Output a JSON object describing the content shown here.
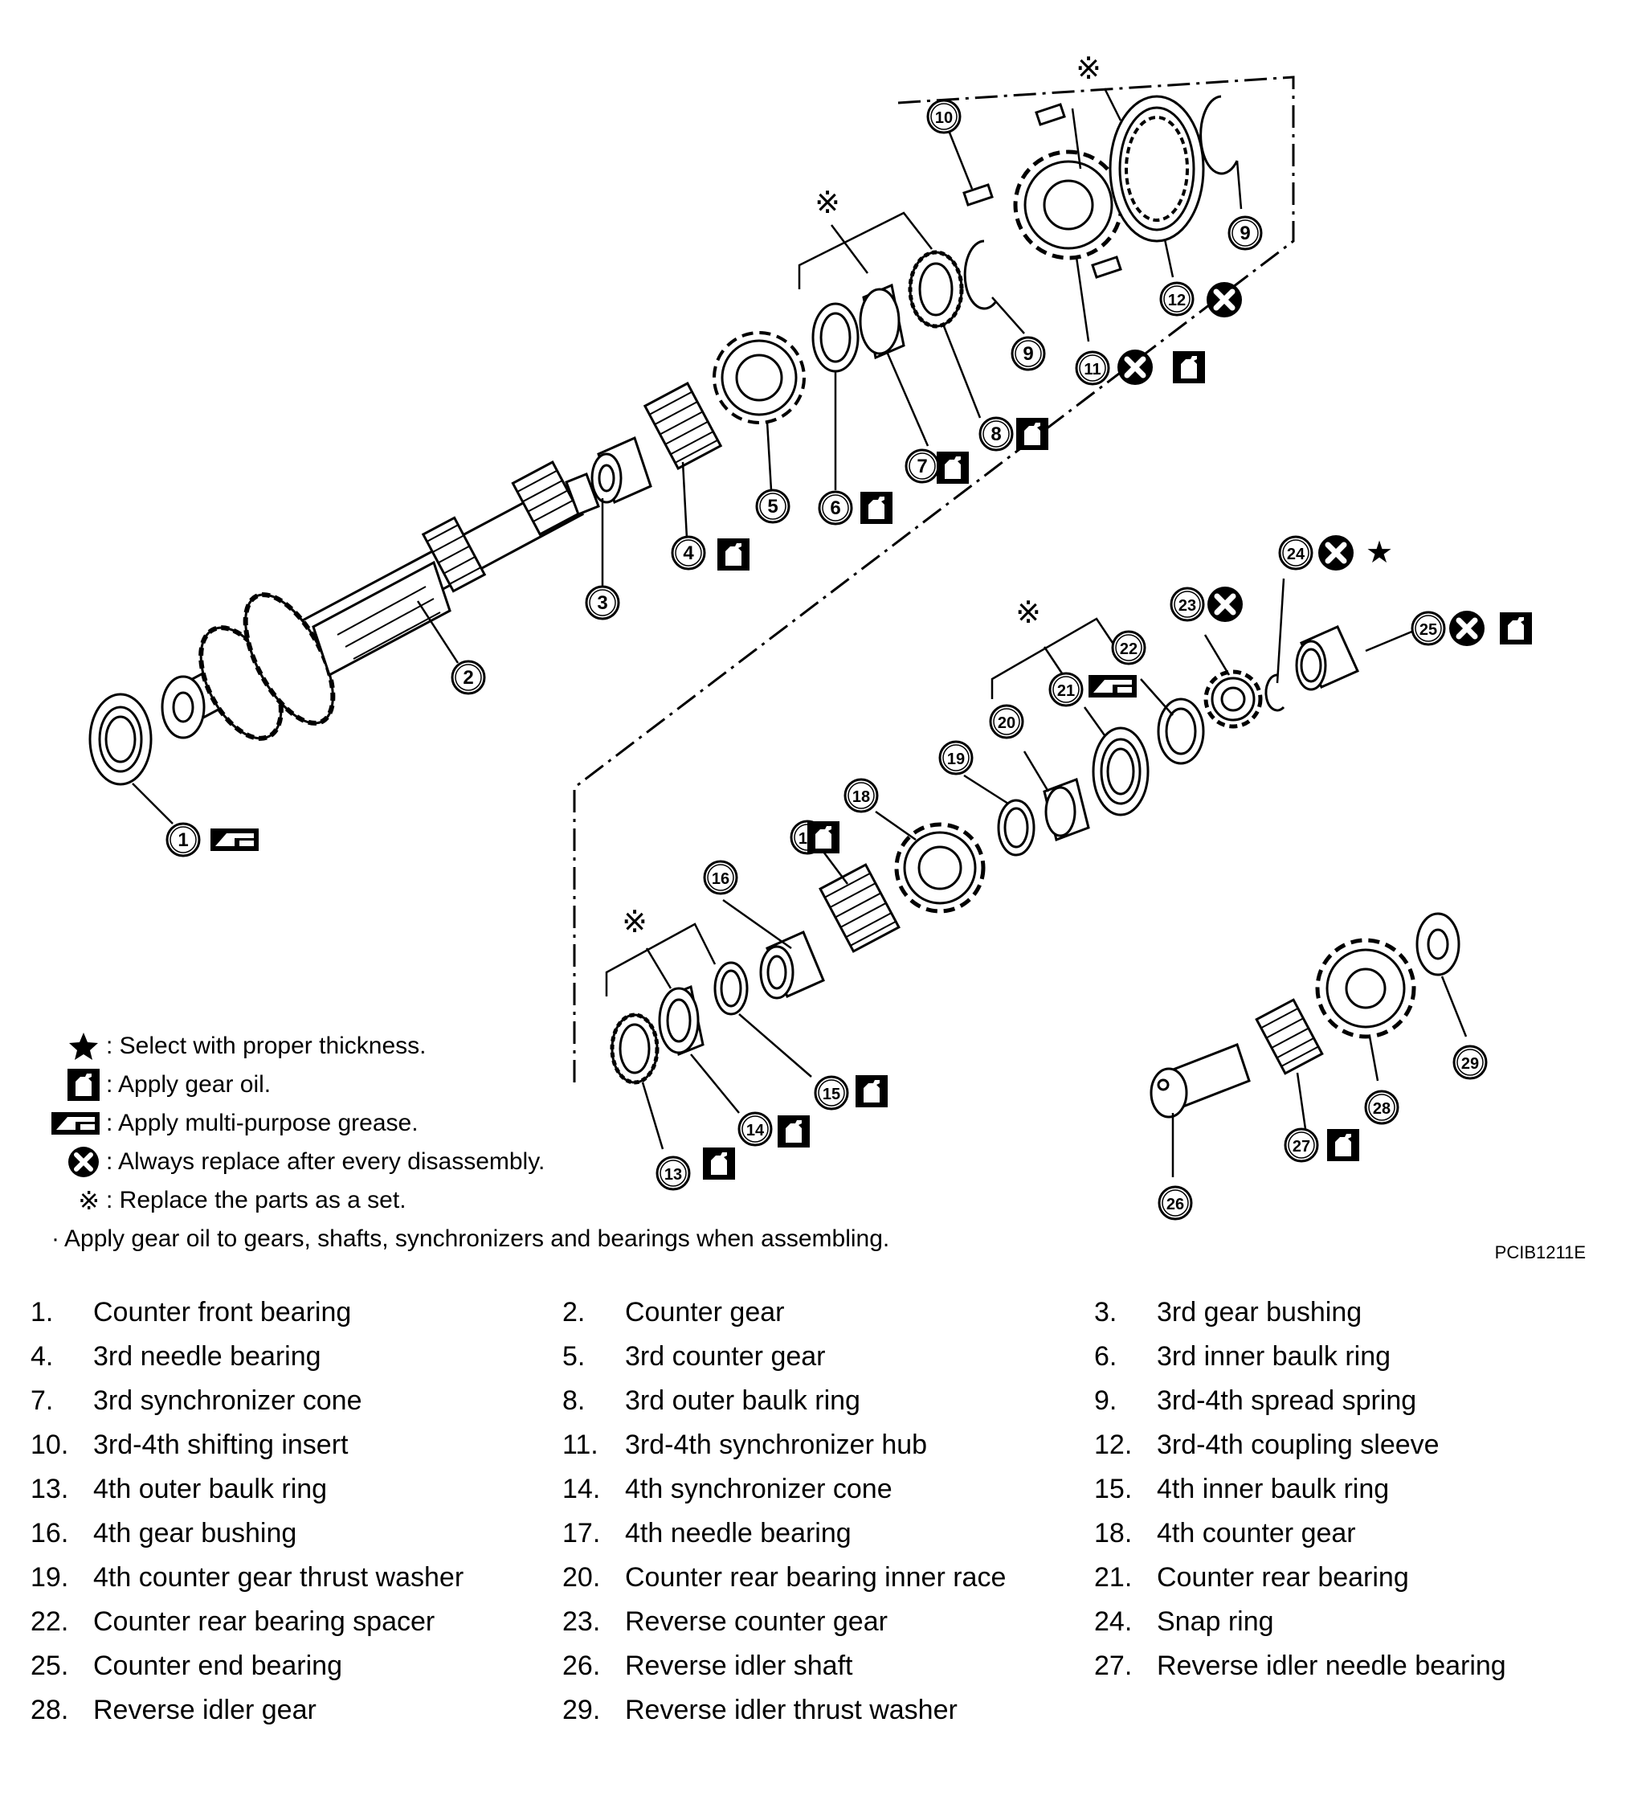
{
  "figure_code": "PCIB1211E",
  "callouts": [
    "1",
    "2",
    "3",
    "4",
    "5",
    "6",
    "7",
    "8",
    "9",
    "9",
    "10",
    "11",
    "12",
    "13",
    "14",
    "15",
    "16",
    "17",
    "18",
    "19",
    "20",
    "21",
    "22",
    "23",
    "24",
    "25",
    "26",
    "27",
    "28",
    "29"
  ],
  "set_mark": "※",
  "legend": [
    {
      "icon": "star-icon",
      "text": ": Select with proper thickness."
    },
    {
      "icon": "oil-can-icon",
      "text": ": Apply gear oil."
    },
    {
      "icon": "grease-icon",
      "text": ": Apply multi-purpose grease."
    },
    {
      "icon": "replace-x-icon",
      "text": ": Always replace after every disassembly."
    },
    {
      "icon": "set-mark-icon",
      "text": ": Replace the parts as a set."
    },
    {
      "icon": "bullet-dot",
      "text": "Apply gear oil to gears, shafts, synchronizers and bearings when assembling."
    }
  ],
  "parts": [
    {
      "num": "1.",
      "name": "Counter front bearing"
    },
    {
      "num": "2.",
      "name": "Counter gear"
    },
    {
      "num": "3.",
      "name": "3rd gear bushing"
    },
    {
      "num": "4.",
      "name": "3rd needle bearing"
    },
    {
      "num": "5.",
      "name": "3rd counter gear"
    },
    {
      "num": "6.",
      "name": "3rd inner baulk ring"
    },
    {
      "num": "7.",
      "name": "3rd synchronizer cone"
    },
    {
      "num": "8.",
      "name": "3rd outer baulk ring"
    },
    {
      "num": "9.",
      "name": "3rd-4th spread spring"
    },
    {
      "num": "10.",
      "name": "3rd-4th shifting insert"
    },
    {
      "num": "11.",
      "name": "3rd-4th synchronizer hub"
    },
    {
      "num": "12.",
      "name": "3rd-4th coupling sleeve"
    },
    {
      "num": "13.",
      "name": "4th outer baulk ring"
    },
    {
      "num": "14.",
      "name": "4th synchronizer cone"
    },
    {
      "num": "15.",
      "name": "4th inner baulk ring"
    },
    {
      "num": "16.",
      "name": "4th gear bushing"
    },
    {
      "num": "17.",
      "name": "4th needle bearing"
    },
    {
      "num": "18.",
      "name": "4th counter gear"
    },
    {
      "num": "19.",
      "name": "4th counter gear thrust washer"
    },
    {
      "num": "20.",
      "name": "Counter rear bearing inner race"
    },
    {
      "num": "21.",
      "name": "Counter rear bearing"
    },
    {
      "num": "22.",
      "name": "Counter rear bearing spacer"
    },
    {
      "num": "23.",
      "name": "Reverse counter gear"
    },
    {
      "num": "24.",
      "name": "Snap ring"
    },
    {
      "num": "25.",
      "name": "Counter end bearing"
    },
    {
      "num": "26.",
      "name": "Reverse idler shaft"
    },
    {
      "num": "27.",
      "name": "Reverse idler needle bearing"
    },
    {
      "num": "28.",
      "name": "Reverse idler gear"
    },
    {
      "num": "29.",
      "name": "Reverse idler thrust washer"
    }
  ]
}
